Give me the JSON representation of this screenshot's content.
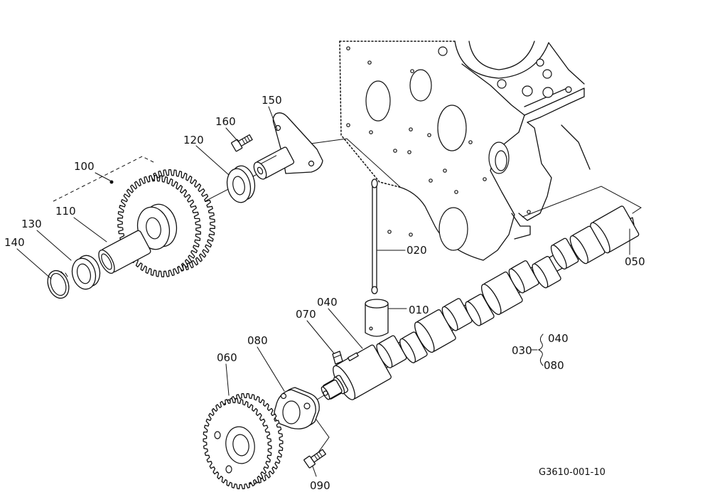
{
  "labels": {
    "part_150": "150",
    "part_160": "160",
    "part_120": "120",
    "part_100": "100",
    "part_110": "110",
    "part_130": "130",
    "part_140": "140",
    "part_020": "020",
    "part_050": "050",
    "part_010": "010",
    "part_040": "040",
    "part_070": "070",
    "part_080": "080",
    "part_060": "060",
    "part_090": "090"
  },
  "assembly": {
    "label": "030",
    "components": [
      "040",
      "080"
    ]
  },
  "figure_id": "G3610-001-10"
}
